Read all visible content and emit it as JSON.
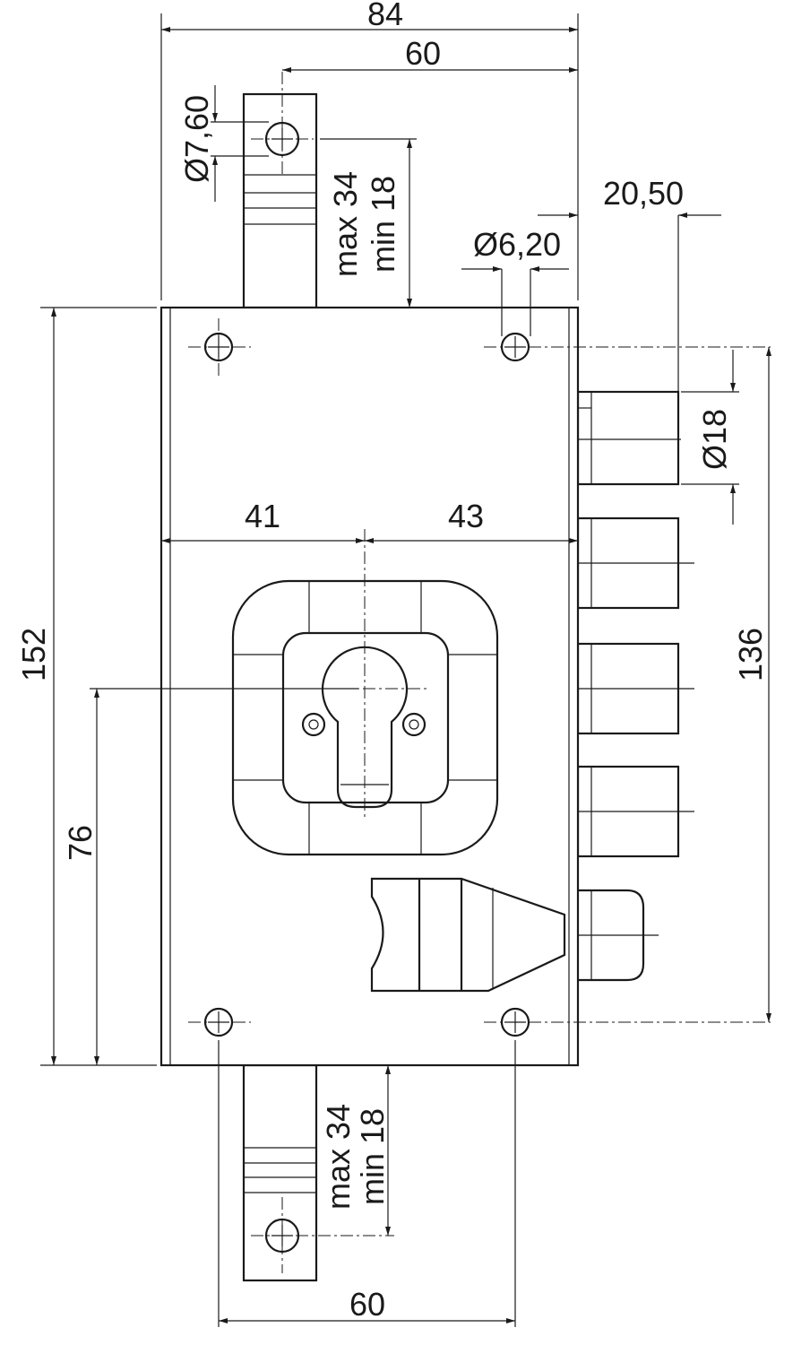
{
  "drawing": {
    "dim_overall_width": "84",
    "dim_top_60": "60",
    "dim_hole_top": "Ø7,60",
    "dim_top_max": "max 34",
    "dim_top_min": "min 18",
    "dim_20_50": "20,50",
    "dim_hole_6_20": "Ø6,20",
    "dim_bolt_dia": "Ø18",
    "dim_136": "136",
    "dim_152": "152",
    "dim_76": "76",
    "dim_41": "41",
    "dim_43": "43",
    "dim_bottom_max": "max 34",
    "dim_bottom_min": "min 18",
    "dim_bottom_60": "60"
  },
  "colors": {
    "line": "#1a1a1a",
    "background": "#ffffff"
  }
}
